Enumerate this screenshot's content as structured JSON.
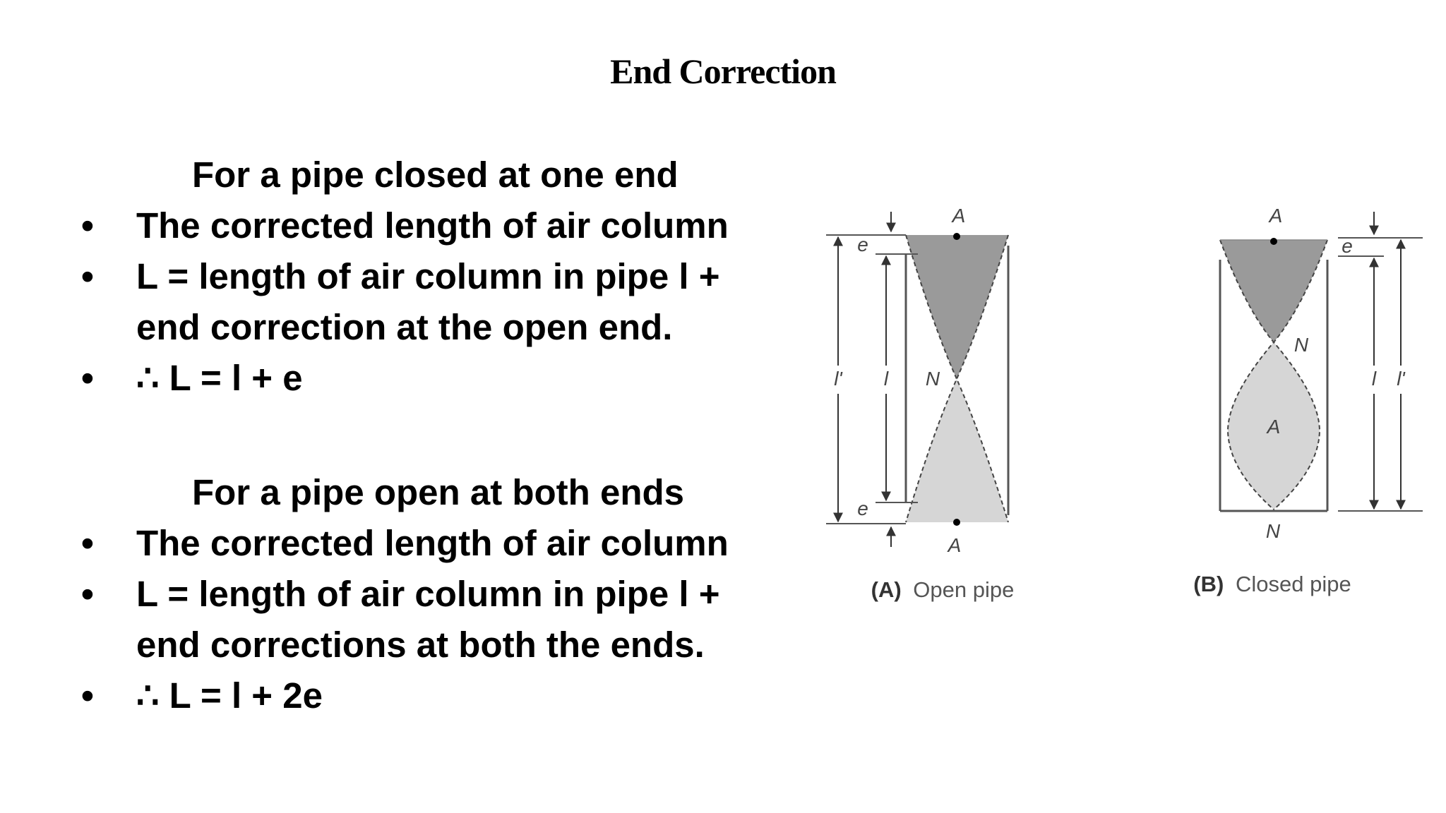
{
  "title": "End Correction",
  "closed_section": {
    "heading": "For a pipe closed at one end",
    "bullets": [
      {
        "lines": [
          "The corrected length of air column"
        ]
      },
      {
        "lines": [
          "L = length of air column in pipe l +",
          "end correction at the open end."
        ]
      },
      {
        "lines": [
          "∴ L = l + e"
        ]
      }
    ]
  },
  "open_section": {
    "heading": "For a pipe open at both ends",
    "bullets": [
      {
        "lines": [
          "The corrected length of air column"
        ]
      },
      {
        "lines": [
          "L = length of air column in pipe l +",
          "end corrections at both the ends."
        ]
      },
      {
        "lines": [
          "∴ L = l + 2e"
        ]
      }
    ]
  },
  "bullet_glyph": "•",
  "figure": {
    "open_pipe": {
      "caption_letter": "(A)",
      "caption_text": "Open pipe",
      "labels": {
        "top_antinode": "A",
        "bottom_antinode": "A",
        "node": "N",
        "end_top": "e",
        "end_bottom": "e",
        "length": "l",
        "corrected_length": "l'"
      }
    },
    "closed_pipe": {
      "caption_letter": "(B)",
      "caption_text": "Closed pipe",
      "labels": {
        "top_antinode": "A",
        "node_mid": "N",
        "mid_antinode": "A",
        "bottom_node": "N",
        "end_top": "e",
        "length": "l",
        "corrected_length": "l'"
      }
    },
    "colors": {
      "dark_shade": "#9a9a9a",
      "light_shade": "#d6d6d6",
      "line": "#444444",
      "caption": "#555555"
    }
  }
}
